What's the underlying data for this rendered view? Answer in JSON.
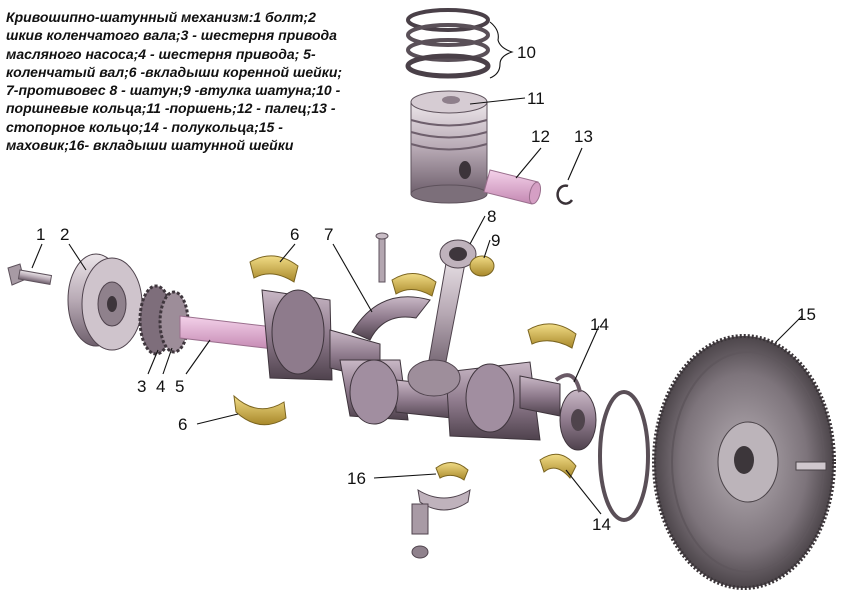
{
  "caption_lines": [
    "Кривошипно-шатунный механизм:1 болт;2",
    "шкив коленчатого вала;3 - шестерня привода",
    "масляного насоса;4 - шестерня привода; 5-",
    "коленчатый вал;6 -вкладыши коренной шейки;",
    "7-противовес 8 - шатун;9 -втулка шатуна;10 -",
    "поршневые кольца;11 -поршень;12 - палец;13 -",
    "стопорное кольцо;14 - полукольца;15 -",
    "маховик;16- вкладыши шатунной шейки"
  ],
  "callouts": {
    "c1": "1",
    "c2": "2",
    "c3": "3",
    "c4": "4",
    "c5": "5",
    "c6a": "6",
    "c6b": "6",
    "c7": "7",
    "c8": "8",
    "c9": "9",
    "c10": "10",
    "c11": "11",
    "c12": "12",
    "c13": "13",
    "c14a": "14",
    "c14b": "14",
    "c15": "15",
    "c16": "16"
  },
  "colors": {
    "metal_light": "#d8d0d6",
    "metal_mid": "#a99aa6",
    "metal_dark": "#6e5f6c",
    "crank": "#9d8a9b",
    "bearing_gold": "#d8b84a",
    "flywheel": "#8a8088",
    "pin": "#e6b3d6"
  }
}
